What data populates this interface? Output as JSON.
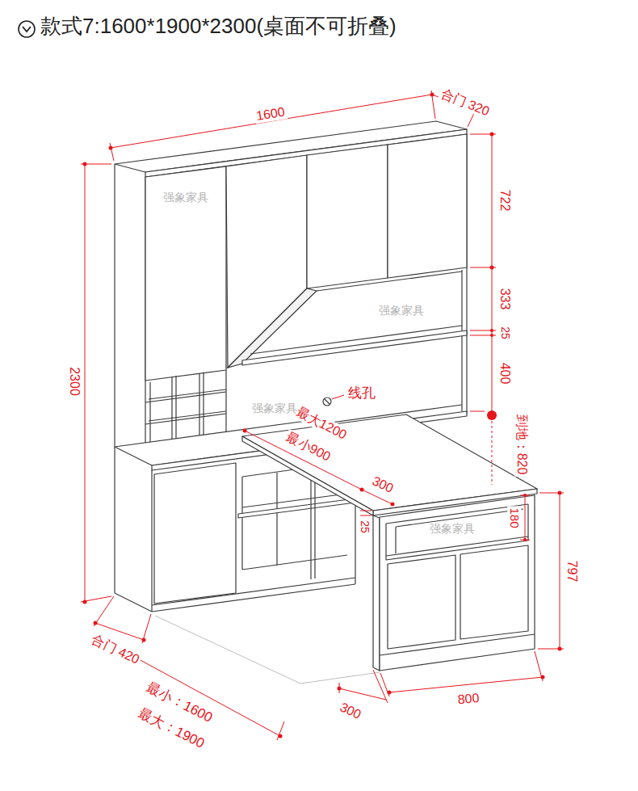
{
  "diagram": {
    "title": "款式7:1600*1900*2300(桌面不可折叠)",
    "labels": [
      "1600",
      "合门 320",
      "722",
      "333",
      "25",
      "400",
      "线孔",
      "最大1200",
      "最小900",
      "300",
      "25",
      "180",
      "到地：820",
      "797",
      "2300",
      "合门 420",
      "最小：1600",
      "最大：1900",
      "300",
      "800",
      "强象家具",
      "强象家具",
      "强象家具",
      "强象家具"
    ]
  }
}
